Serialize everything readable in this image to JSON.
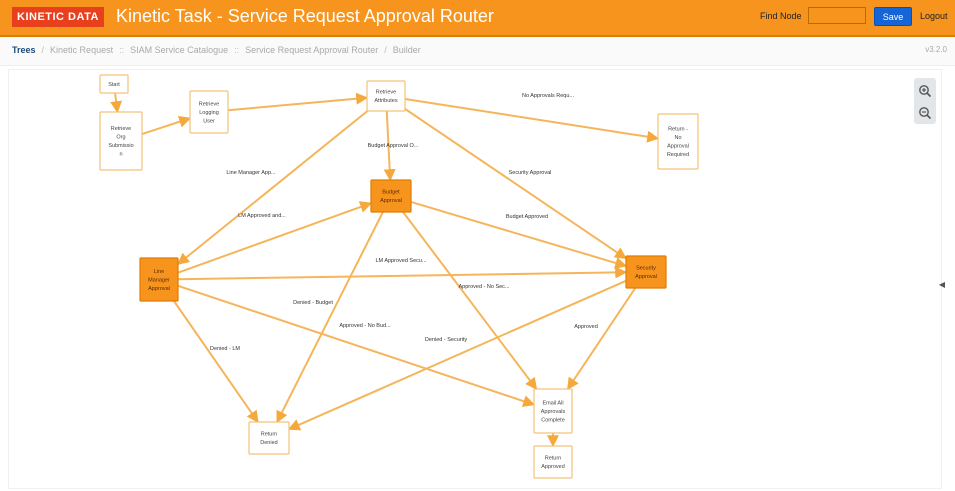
{
  "header": {
    "logo_text": "KINETIC DATA",
    "title": "Kinetic Task - Service Request Approval Router",
    "find_label": "Find Node",
    "find_value": "",
    "save_label": "Save",
    "logout_label": "Logout"
  },
  "breadcrumb": {
    "items": [
      "Trees",
      "Kinetic Request",
      "SIAM Service Catalogue",
      "Service Request Approval Router",
      "Builder"
    ],
    "version": "v3.2.0"
  },
  "colors": {
    "brand_orange": "#f7941d",
    "logo_red": "#e8401c",
    "save_blue": "#1565d8",
    "edge_orange": "#f5b55a",
    "node_border": "#f3c27a",
    "node_fill_highlight": "#f7941d"
  },
  "icons": {
    "zoom_in": "zoom-in-icon",
    "zoom_out": "zoom-out-icon",
    "sidebar_toggle": "chevron-left-icon"
  },
  "graph": {
    "nodes": [
      {
        "id": "start",
        "lines": [
          "Start"
        ],
        "highlight": false
      },
      {
        "id": "retrieve_org",
        "lines": [
          "Retrieve",
          "Org",
          "Submissio",
          "n"
        ],
        "highlight": false
      },
      {
        "id": "retrieve_logging",
        "lines": [
          "Retrieve",
          "Logging",
          "User"
        ],
        "highlight": false
      },
      {
        "id": "retrieve_attributes",
        "lines": [
          "Retrieve",
          "Attributes"
        ],
        "highlight": false
      },
      {
        "id": "return_no_approval",
        "lines": [
          "Return -",
          "No",
          "Approval",
          "Required"
        ],
        "highlight": false
      },
      {
        "id": "budget_approval",
        "lines": [
          "Budget",
          "Approval"
        ],
        "highlight": true
      },
      {
        "id": "line_manager_approval",
        "lines": [
          "Line",
          "Manager",
          "Approval"
        ],
        "highlight": true
      },
      {
        "id": "security_approval",
        "lines": [
          "Security",
          "Approval"
        ],
        "highlight": true
      },
      {
        "id": "return_denied",
        "lines": [
          "Return",
          "Denied"
        ],
        "highlight": false
      },
      {
        "id": "email_all_approvals",
        "lines": [
          "Email All",
          "Approvals",
          "Complete"
        ],
        "highlight": false
      },
      {
        "id": "return_approved",
        "lines": [
          "Return",
          "Approved"
        ],
        "highlight": false
      }
    ],
    "edges": [
      {
        "from": "start",
        "to": "retrieve_org",
        "label": ""
      },
      {
        "from": "retrieve_org",
        "to": "retrieve_logging",
        "label": ""
      },
      {
        "from": "retrieve_logging",
        "to": "retrieve_attributes",
        "label": ""
      },
      {
        "from": "retrieve_attributes",
        "to": "return_no_approval",
        "label": "No Approvals Requ..."
      },
      {
        "from": "retrieve_attributes",
        "to": "budget_approval",
        "label": "Budget Approval O..."
      },
      {
        "from": "retrieve_attributes",
        "to": "line_manager_approval",
        "label": "Line Manager App..."
      },
      {
        "from": "retrieve_attributes",
        "to": "security_approval",
        "label": "Security Approval"
      },
      {
        "from": "line_manager_approval",
        "to": "budget_approval",
        "label": "LM Approved and..."
      },
      {
        "from": "line_manager_approval",
        "to": "security_approval",
        "label": "LM Approved Secu..."
      },
      {
        "from": "budget_approval",
        "to": "security_approval",
        "label": "Budget Approved"
      },
      {
        "from": "line_manager_approval",
        "to": "return_denied",
        "label": "Denied - LM"
      },
      {
        "from": "budget_approval",
        "to": "return_denied",
        "label": "Denied - Budget"
      },
      {
        "from": "security_approval",
        "to": "return_denied",
        "label": "Denied - Security"
      },
      {
        "from": "line_manager_approval",
        "to": "email_all_approvals",
        "label": "Approved - No Bud..."
      },
      {
        "from": "budget_approval",
        "to": "email_all_approvals",
        "label": "Approved - No Sec..."
      },
      {
        "from": "security_approval",
        "to": "email_all_approvals",
        "label": "Approved"
      },
      {
        "from": "email_all_approvals",
        "to": "return_approved",
        "label": ""
      }
    ]
  }
}
